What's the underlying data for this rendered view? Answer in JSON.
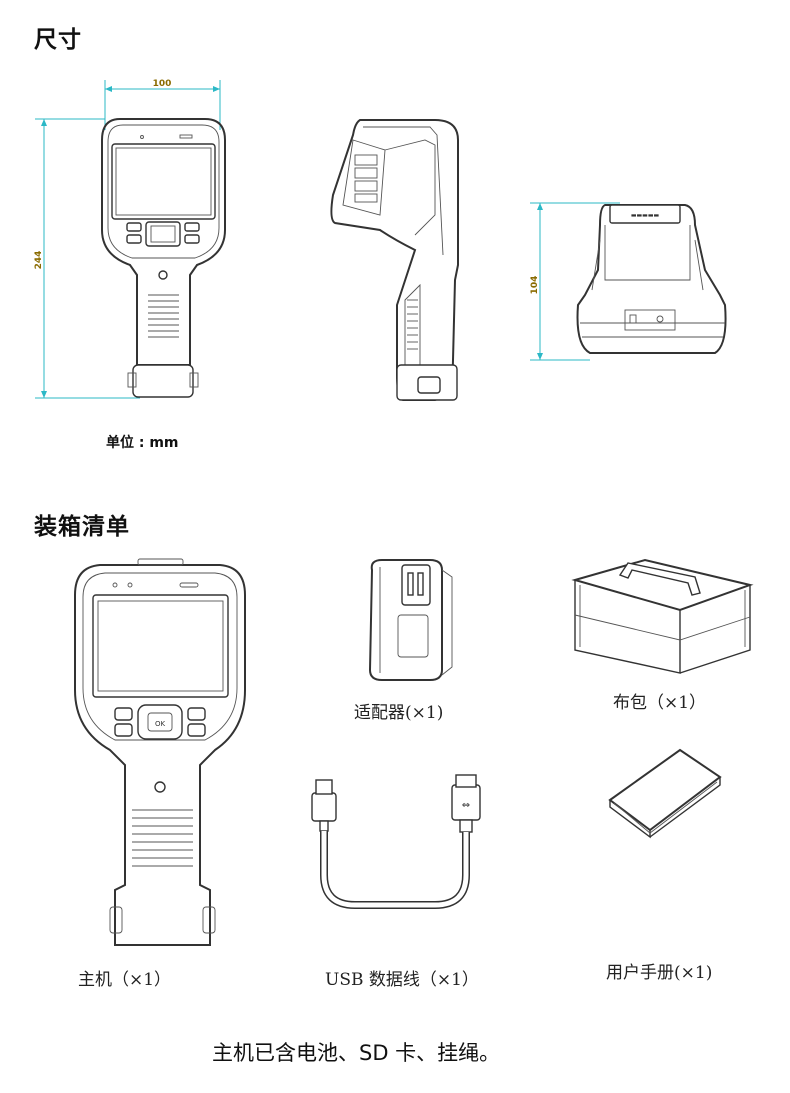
{
  "dimensions_section": {
    "title": "尺寸",
    "width_value": "100",
    "height_value": "244",
    "depth_value": "104",
    "unit_label": "单位 : mm"
  },
  "packing_section": {
    "title": "装箱清单",
    "items": [
      {
        "label": "主机（×1）",
        "icon": "thermal-camera-device"
      },
      {
        "label": "适配器(×1)",
        "icon": "power-adapter"
      },
      {
        "label": "布包（×1）",
        "icon": "cloth-bag"
      },
      {
        "label": "USB 数据线（×1）",
        "icon": "usb-cable"
      },
      {
        "label": "用户手册(×1)",
        "icon": "user-manual"
      }
    ]
  },
  "footer_note": "主机已含电池、SD 卡、挂绳。",
  "colors": {
    "dimension_line": "#2bb8c6",
    "dimension_text": "#8a6b00",
    "line_art": "#333333"
  }
}
